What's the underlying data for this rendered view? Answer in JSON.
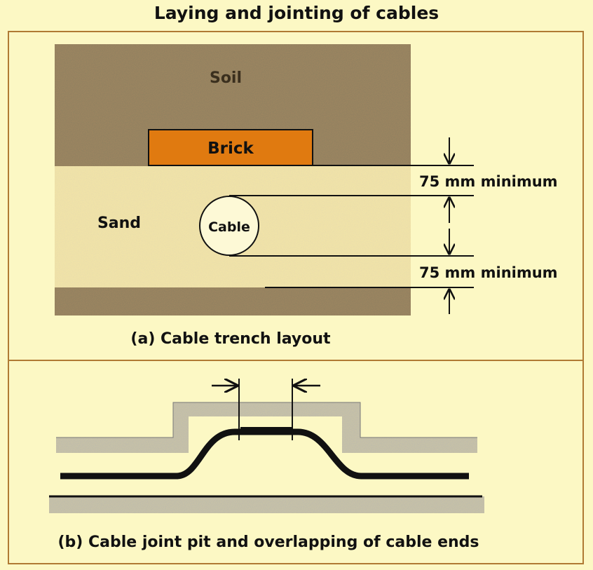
{
  "title": "Laying and jointing of cables",
  "panel_a": {
    "caption": "(a) Cable trench layout",
    "labels": {
      "soil": "Soil",
      "brick": "Brick",
      "sand": "Sand",
      "cable": "Cable"
    },
    "dimensions": {
      "upper": "75 mm minimum",
      "lower": "75 mm minimum"
    }
  },
  "panel_b": {
    "caption": "(b) Cable joint pit and overlapping of cable ends"
  },
  "colors": {
    "background": "#fcf8c4",
    "border": "#b07a34",
    "soil": "#6e5a3c",
    "sand": "#f3e7b1",
    "brick": "#e07a10",
    "line": "#111111"
  }
}
